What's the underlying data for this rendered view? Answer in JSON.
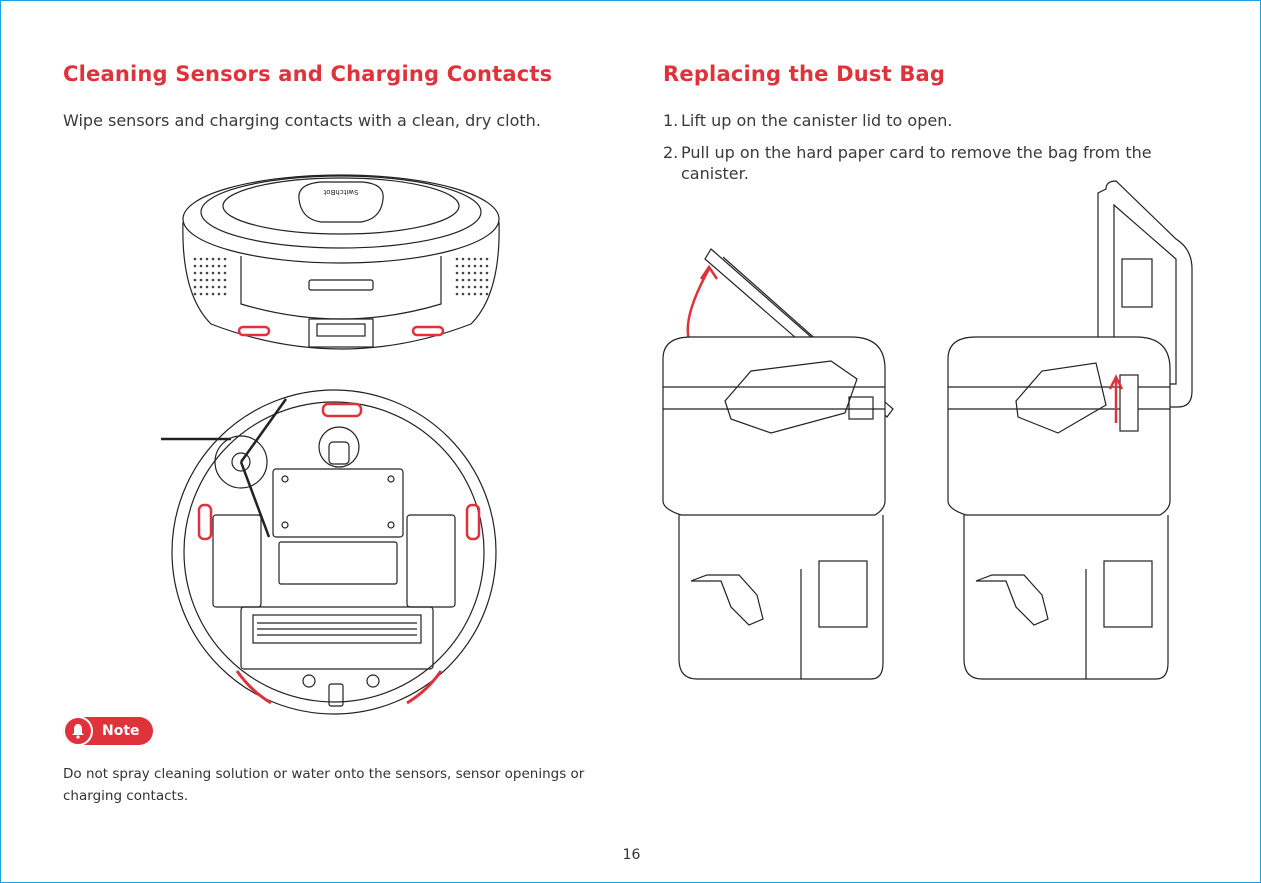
{
  "left": {
    "title": "Cleaning Sensors and Charging Contacts",
    "instruction": "Wipe sensors and charging contacts with a clean, dry cloth.",
    "robot_logo_text": "SwitchBot",
    "note_label": "Note",
    "note_text": "Do not spray cleaning solution or water onto the sensors, sensor openings or charging contacts."
  },
  "right": {
    "title": "Replacing the Dust Bag",
    "steps": [
      {
        "num": "1.",
        "text": "Lift up on the canister lid to open."
      },
      {
        "num": "2.",
        "text": "Pull up on the hard paper card to remove the bag from the canister."
      }
    ]
  },
  "page_number": "16",
  "colors": {
    "accent": "#e0323a",
    "border": "#1aa0e6",
    "line_art": "#222222"
  },
  "icons": {
    "note": "bell-icon",
    "lid_motion": "curved-arrow-icon",
    "bag_motion": "up-arrow-icon"
  }
}
